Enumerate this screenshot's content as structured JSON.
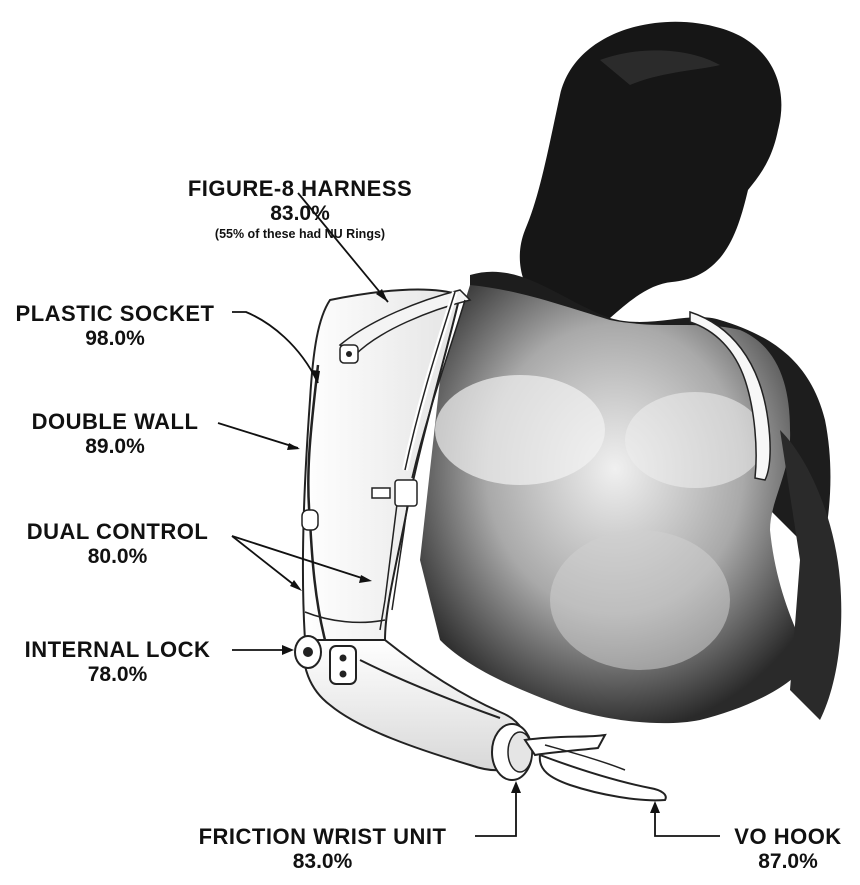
{
  "labels": {
    "harness": {
      "name": "FIGURE-8 HARNESS",
      "percent": "83.0%",
      "note": "(55% of these had NU Rings)"
    },
    "socket": {
      "name": "PLASTIC SOCKET",
      "percent": "98.0%"
    },
    "wall": {
      "name": "DOUBLE WALL",
      "percent": "89.0%"
    },
    "control": {
      "name": "DUAL CONTROL",
      "percent": "80.0%"
    },
    "lock": {
      "name": "INTERNAL LOCK",
      "percent": "78.0%"
    },
    "wrist": {
      "name": "FRICTION WRIST UNIT",
      "percent": "83.0%"
    },
    "hook": {
      "name": "VO HOOK",
      "percent": "87.0%"
    }
  },
  "colors": {
    "ink": "#111111",
    "figure": "#1a1a1a",
    "skin_light": "#d9d9d9",
    "paper": "#ffffff"
  }
}
